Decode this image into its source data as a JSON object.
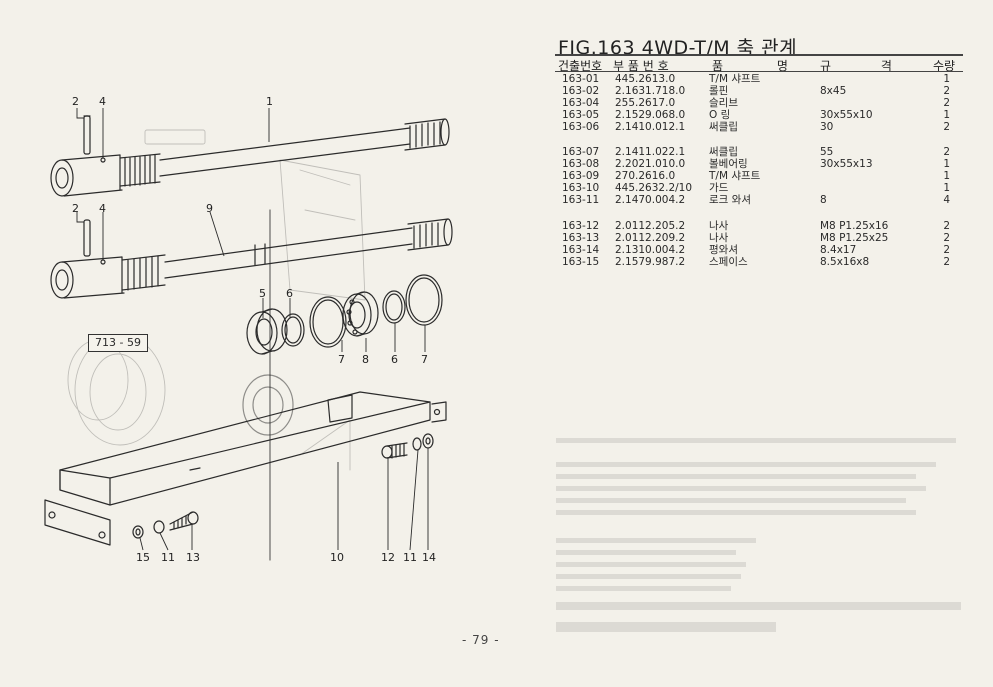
{
  "figure": {
    "title": "FIG.163 4WD-T/M 축 관계",
    "ref_box": "713 - 59",
    "page_number": "- 79 -"
  },
  "table": {
    "headers": {
      "no": "건출번호",
      "part_no": "부 품 번 호",
      "name": "품 명",
      "spec": "규 격",
      "qty": "수량"
    },
    "rows": [
      {
        "no": "163-01",
        "part_no": "445.2613.0",
        "name": "T/M 샤프트",
        "spec": "",
        "qty": "1"
      },
      {
        "no": "163-02",
        "part_no": "2.1631.718.0",
        "name": "롤핀",
        "spec": "8x45",
        "qty": "2"
      },
      {
        "no": "163-04",
        "part_no": "255.2617.0",
        "name": "슬리브",
        "spec": "",
        "qty": "2"
      },
      {
        "no": "163-05",
        "part_no": "2.1529.068.0",
        "name": "O 링",
        "spec": "30x55x10",
        "qty": "1"
      },
      {
        "no": "163-06",
        "part_no": "2.1410.012.1",
        "name": "써클립",
        "spec": "30",
        "qty": "2"
      },
      {
        "no": "163-07",
        "part_no": "2.1411.022.1",
        "name": "써클립",
        "spec": "55",
        "qty": "2"
      },
      {
        "no": "163-08",
        "part_no": "2.2021.010.0",
        "name": "볼베어링",
        "spec": "30x55x13",
        "qty": "1"
      },
      {
        "no": "163-09",
        "part_no": "270.2616.0",
        "name": "T/M 샤프트",
        "spec": "",
        "qty": "1"
      },
      {
        "no": "163-10",
        "part_no": "445.2632.2/10",
        "name": "가드",
        "spec": "",
        "qty": "1"
      },
      {
        "no": "163-11",
        "part_no": "2.1470.004.2",
        "name": "로크 와셔",
        "spec": "8",
        "qty": "4"
      },
      {
        "no": "163-12",
        "part_no": "2.0112.205.2",
        "name": "나사",
        "spec": "M8 P1.25x16",
        "qty": "2"
      },
      {
        "no": "163-13",
        "part_no": "2.0112.209.2",
        "name": "나사",
        "spec": "M8 P1.25x25",
        "qty": "2"
      },
      {
        "no": "163-14",
        "part_no": "2.1310.004.2",
        "name": "평와셔",
        "spec": "8.4x17",
        "qty": "2"
      },
      {
        "no": "163-15",
        "part_no": "2.1579.987.2",
        "name": "스페이스",
        "spec": "8.5x16x8",
        "qty": "2"
      }
    ]
  },
  "callouts": [
    {
      "id": "c2a",
      "text": "2"
    },
    {
      "id": "c4a",
      "text": "4"
    },
    {
      "id": "c1",
      "text": "1"
    },
    {
      "id": "c2b",
      "text": "2"
    },
    {
      "id": "c4b",
      "text": "4"
    },
    {
      "id": "c9",
      "text": "9"
    },
    {
      "id": "c5",
      "text": "5"
    },
    {
      "id": "c6a",
      "text": "6"
    },
    {
      "id": "c7a",
      "text": "7"
    },
    {
      "id": "c8",
      "text": "8"
    },
    {
      "id": "c6b",
      "text": "6"
    },
    {
      "id": "c7b",
      "text": "7"
    },
    {
      "id": "c10",
      "text": "10"
    },
    {
      "id": "c12",
      "text": "12"
    },
    {
      "id": "c11a",
      "text": "11"
    },
    {
      "id": "c14",
      "text": "14"
    },
    {
      "id": "c15",
      "text": "15"
    },
    {
      "id": "c11b",
      "text": "11"
    },
    {
      "id": "c13",
      "text": "13"
    }
  ]
}
